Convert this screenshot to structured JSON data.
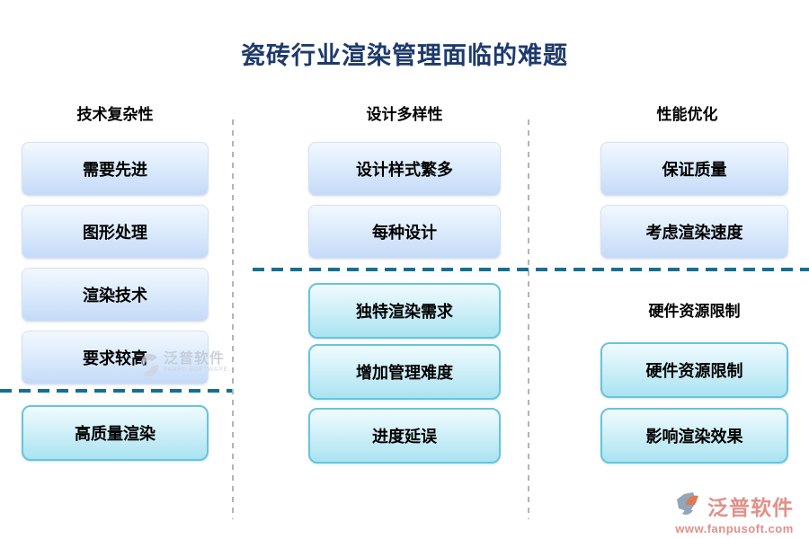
{
  "title": "瓷砖行业渲染管理面临的难题",
  "columns": [
    {
      "header": "技术复杂性",
      "top_boxes": [
        "需要先进",
        "图形处理",
        "渲染技术",
        "要求较高"
      ],
      "bottom_boxes": [
        "高质量渲染"
      ]
    },
    {
      "header": "设计多样性",
      "top_boxes": [
        "设计样式繁多",
        "每种设计"
      ],
      "bottom_boxes": [
        "独特渲染需求",
        "增加管理难度",
        "进度延误"
      ]
    },
    {
      "header": "性能优化",
      "top_boxes": [
        "保证质量",
        "考虑渲染速度"
      ],
      "bottom_subheader": "硬件资源限制",
      "bottom_boxes": [
        "硬件资源限制",
        "影响渲染效果"
      ]
    }
  ],
  "watermarks": {
    "center": {
      "name": "泛普软件",
      "subtitle": "FANPU SOFTWARE"
    },
    "bottom_right": {
      "name": "泛普软件",
      "url": "www.fanpusoft.com"
    }
  },
  "colors": {
    "title_navy": "#1e3a6c",
    "blue_box_top": "#f2f8fe",
    "blue_box_bottom": "#c5daf8",
    "cyan_box_border": "#68c4db",
    "cyan_box_top": "#effbfe",
    "cyan_box_bottom": "#a9e3f1",
    "teal_dash": "#166f90",
    "gray_dash": "#b4b4b4",
    "watermark_salmon": "#e0918a",
    "watermark_orange": "#e07950",
    "watermark_gray": "#bcc4d0"
  }
}
